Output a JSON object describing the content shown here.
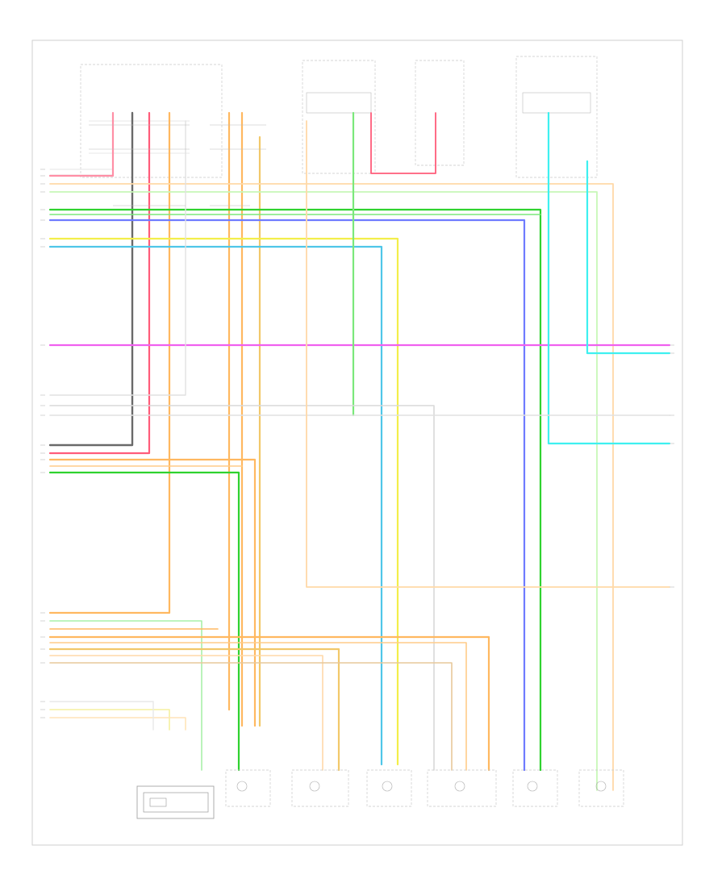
{
  "footer_code": "",
  "components": [
    {
      "key": "seat_memory_module"
    },
    {
      "key": "driver_seat_switch"
    },
    {
      "key": "passenger_seat_switch"
    },
    {
      "key": "fuse_block"
    },
    {
      "key": "passenger_seat_sensor"
    },
    {
      "key": "passenger_seat_horizontal_motor"
    },
    {
      "key": "driver_seat_front_vertical_motor"
    },
    {
      "key": "driver_seat_rear_vertical_motor"
    },
    {
      "key": "driver_seat_horizontal_motor"
    },
    {
      "key": "driver_seat_recline_motor"
    },
    {
      "key": "driver_seat_lumbar_motor"
    },
    {
      "key": "passenger_seat_lumbar_motor"
    }
  ],
  "wire_colors": {
    "gray": "#8c8c8c",
    "dark_gray": "#555555",
    "red": "#ff3b3b",
    "pink": "#ff8fa6",
    "orange": "#ffb860",
    "light_orange": "#ffd9a8",
    "tan": "#e7c89a",
    "light_green": "#a8f0a8",
    "green": "#2fd22f",
    "dark_green": "#1faa4a",
    "blue": "#6f7bff",
    "light_blue": "#4fc6e8",
    "cyan": "#3ef0f0",
    "yellow": "#f3ee4a",
    "magenta": "#f060ef",
    "white": "#d9d9d9"
  }
}
